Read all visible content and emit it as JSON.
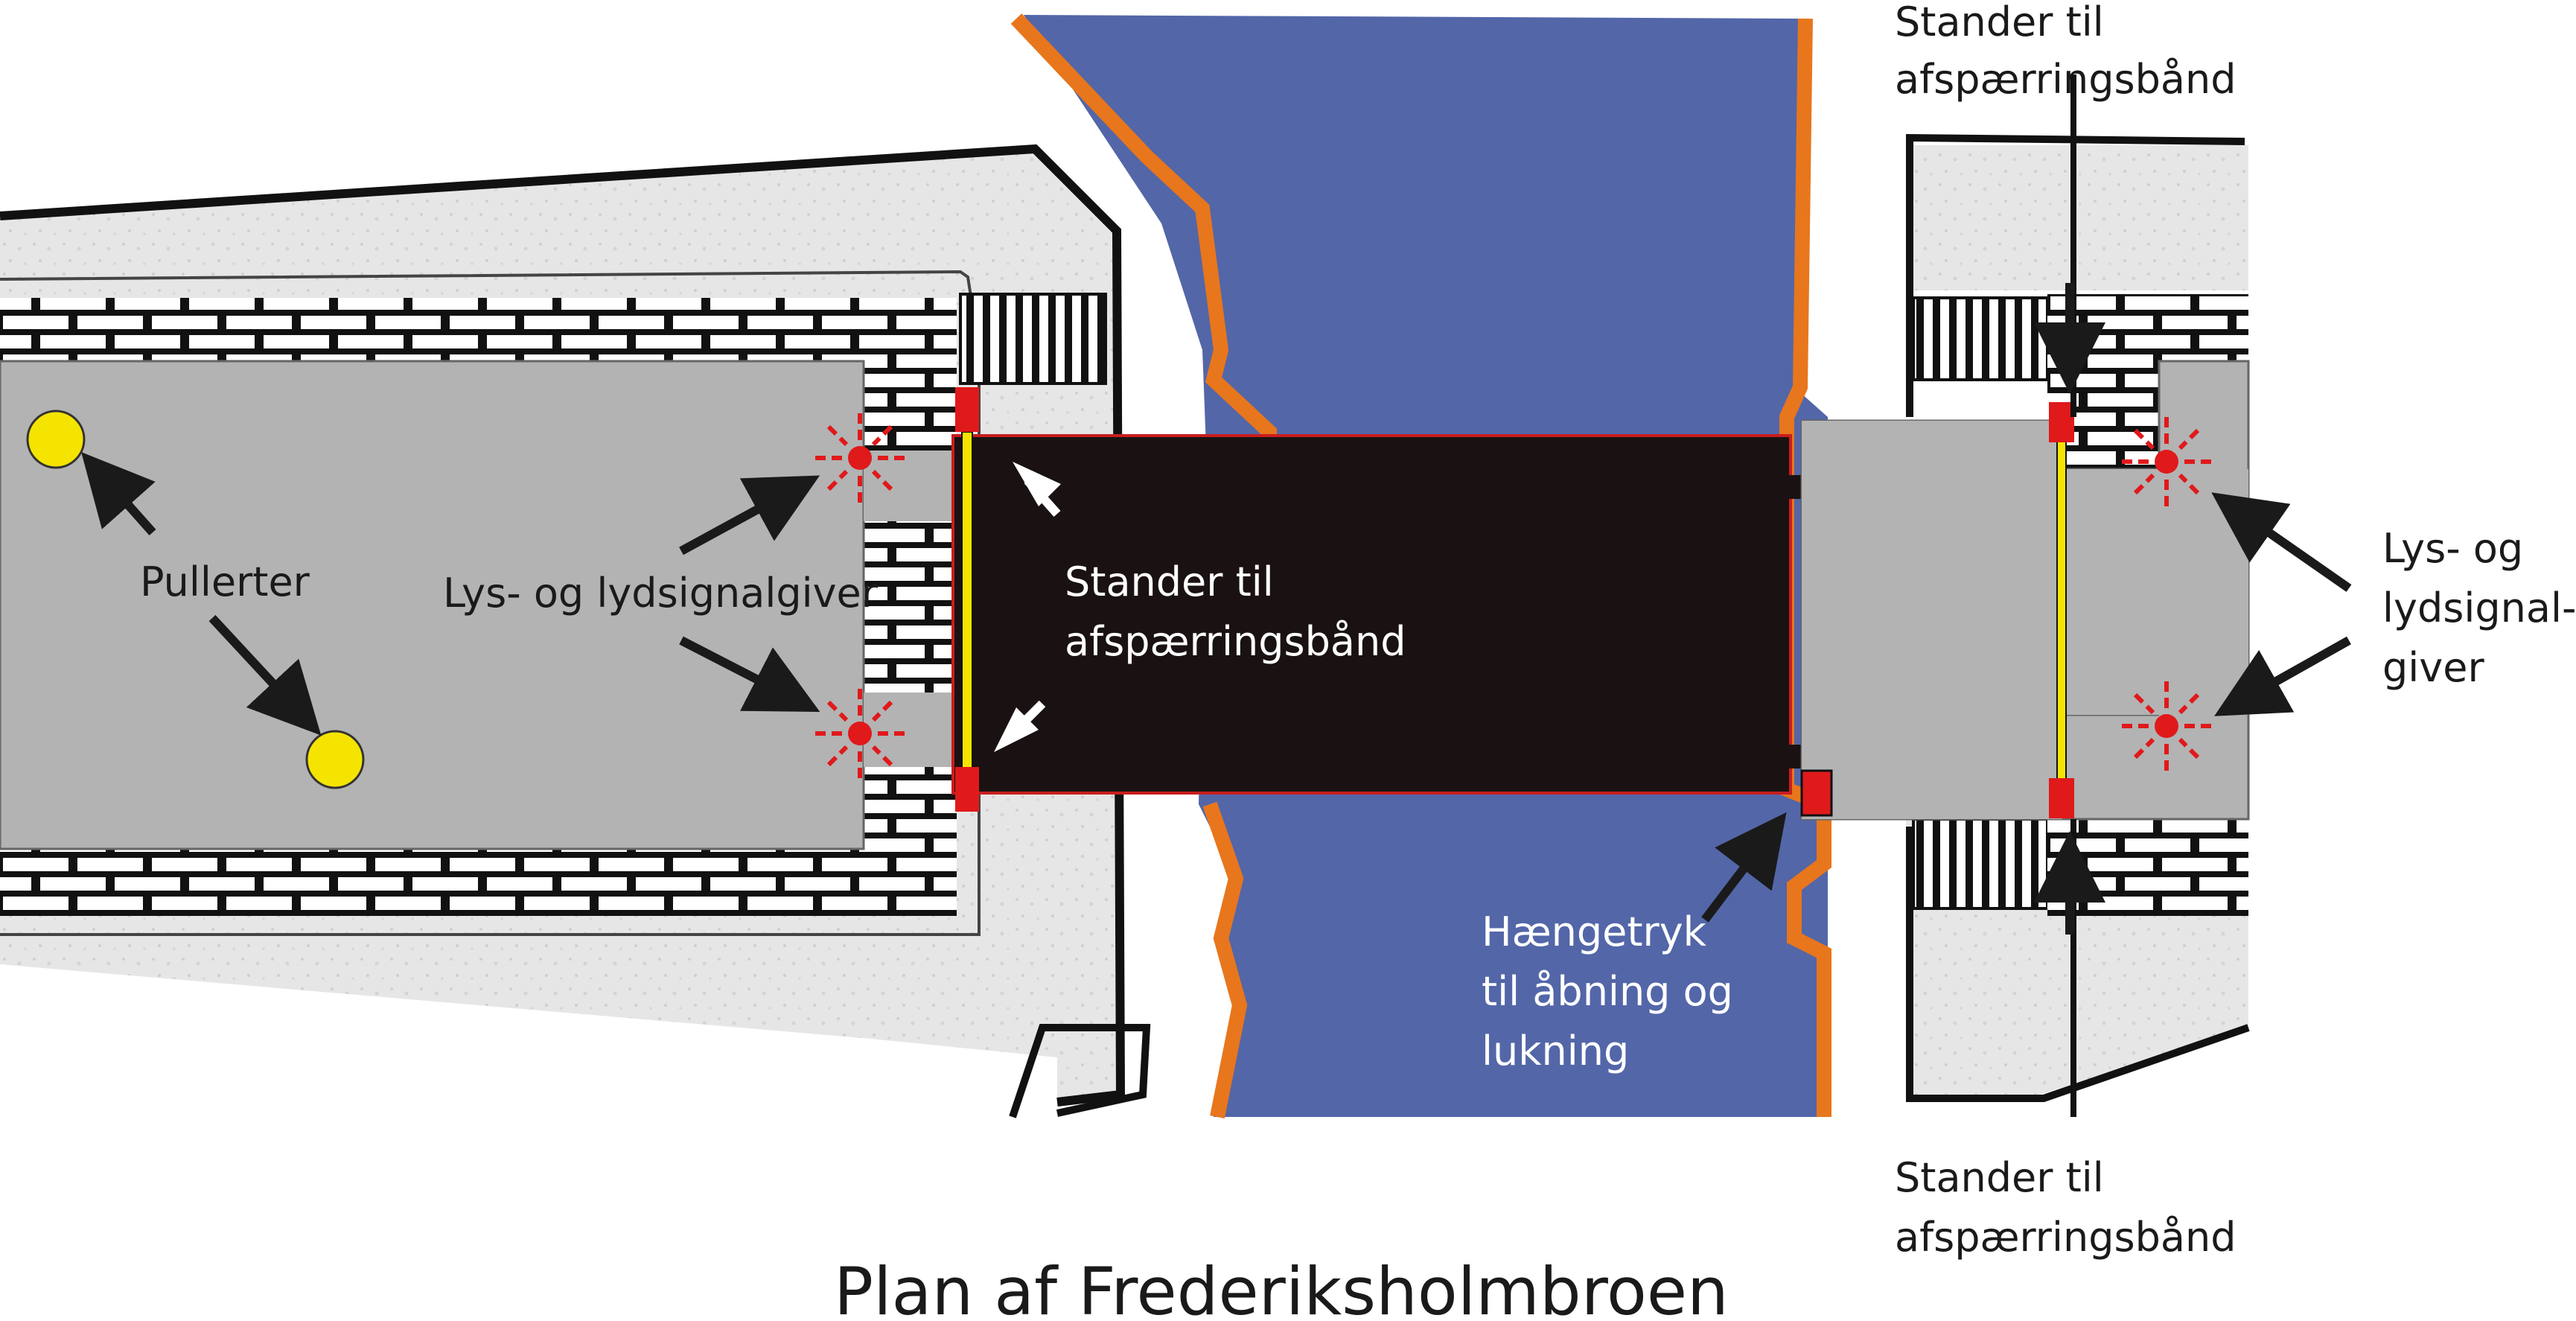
{
  "title": "Plan af Frederiksholmbroen",
  "labels": {
    "pullerter": "Pullerter",
    "signal_left": "Lys- og lydsignalgiver",
    "stander_center_1": "Stander til",
    "stander_center_2": "afspærringsbånd",
    "stander_top_1": "Stander til",
    "stander_top_2": "afspærringsbånd",
    "stander_bottom_1": "Stander til",
    "stander_bottom_2": "afspærringsbånd",
    "haenge_1": "Hængetryk",
    "haenge_2": "til åbning og",
    "haenge_3": "lukning",
    "signal_right_1": "Lys- og",
    "signal_right_2": "lydsignal-",
    "signal_right_3": "giver"
  },
  "colors": {
    "water": "#5366a8",
    "quay_edge": "#e8761c",
    "road": "#b3b3b3",
    "bridge_deck": "#1a1212",
    "pavement": "#e8e8e8",
    "bollard": "#f5e400",
    "barrier": "#f5e400",
    "signal": "#e0191b",
    "arrow": "#1a1a1a"
  }
}
